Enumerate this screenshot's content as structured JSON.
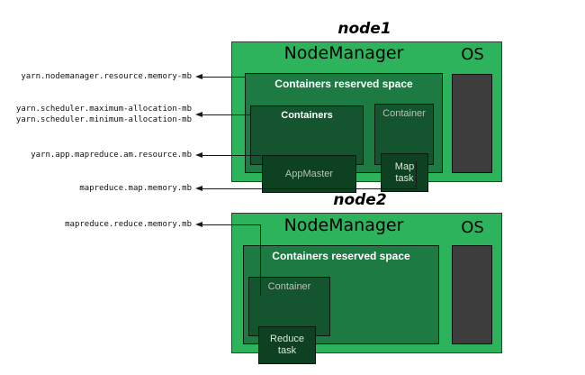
{
  "colors": {
    "node-green": "#2db35b",
    "reserved-green": "#1e7a43",
    "container-green": "#14542e",
    "task-green": "#0d4121",
    "os-gray": "#3d3d3d",
    "line-black": "#1a1a1a"
  },
  "config": {
    "nodemanager_memory": "yarn.nodemanager.resource.memory-mb",
    "scheduler_max": "yarn.scheduler.maximum-allocation-mb",
    "scheduler_min": "yarn.scheduler.minimum-allocation-mb",
    "am_resource": "yarn.app.mapreduce.am.resource.mb",
    "map_memory": "mapreduce.map.memory.mb",
    "reduce_memory": "mapreduce.reduce.memory.mb"
  },
  "node1": {
    "title": "node1",
    "nodemanager": "NodeManager",
    "os": "OS",
    "reserved": "Containers reserved space",
    "containers": "Containers",
    "appmaster": "AppMaster",
    "container": "Container",
    "map_line1": "Map",
    "map_line2": "task"
  },
  "node2": {
    "title": "node2",
    "nodemanager": "NodeManager",
    "os": "OS",
    "reserved": "Containers reserved space",
    "container": "Container",
    "reduce_line1": "Reduce",
    "reduce_line2": "task"
  }
}
